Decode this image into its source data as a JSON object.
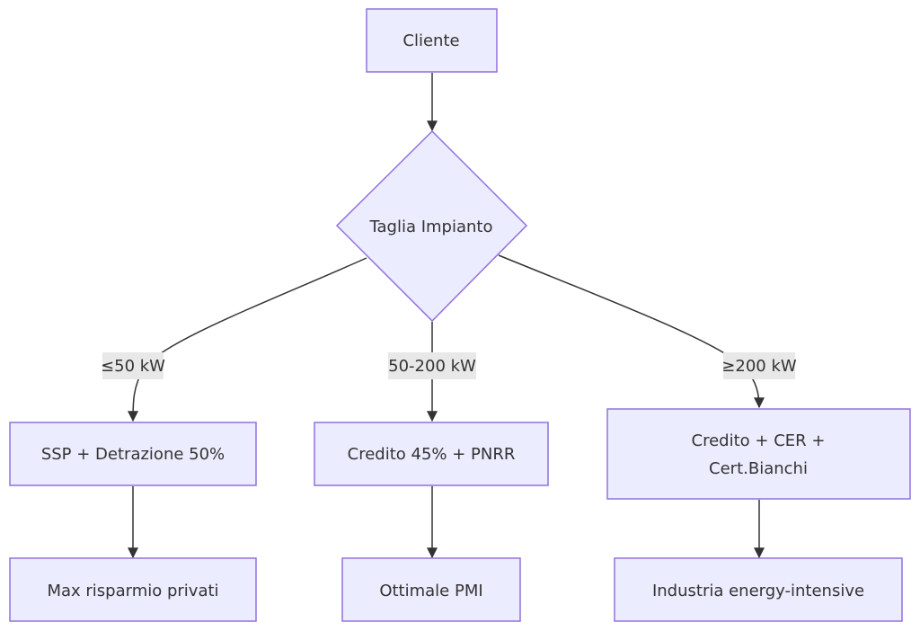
{
  "nodes": {
    "cliente": "Cliente",
    "taglia": "Taglia Impianto",
    "ssp": "SSP + Detrazione 50%",
    "credito45": "Credito 45% + PNRR",
    "credito_cer_line1": "Credito + CER +",
    "credito_cer_line2": "Cert.Bianchi",
    "max_risparmio": "Max risparmio privati",
    "ottimale": "Ottimale PMI",
    "industria": "Industria energy-intensive"
  },
  "edges": {
    "small": "≤50 kW",
    "medium": "50-200 kW",
    "large": "≥200 kW"
  },
  "colors": {
    "node_fill": "#ECECFF",
    "node_stroke": "#9370DB",
    "edge": "#333333",
    "label_bg": "#E8E8E8"
  }
}
